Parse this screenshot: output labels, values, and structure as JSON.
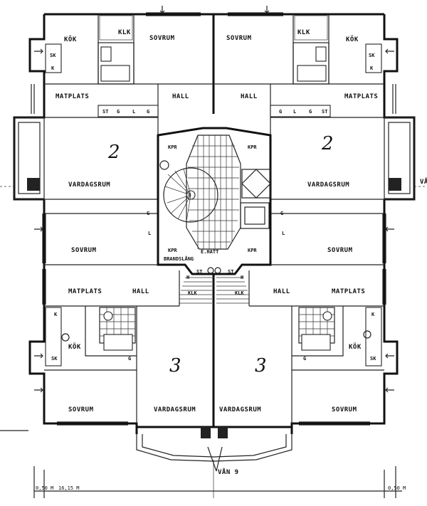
{
  "rooms": {
    "kok": "KÖK",
    "klk": "KLK",
    "sovrum": "SOVRUM",
    "hall": "HALL",
    "matplats": "MATPLATS",
    "vardagsrum": "VARDAGSRUM",
    "kpr": "KPR",
    "sk": "SK",
    "k": "K",
    "st": "ST",
    "g": "G",
    "l": "L",
    "h": "H",
    "el_hatt": "E.HATT",
    "brandslang": "BRANDSLÅNG"
  },
  "apartment_numbers": {
    "upper_left": "2",
    "upper_right": "2",
    "lower_left": "3",
    "lower_right": "3"
  },
  "annotations": {
    "stair": "VÅN 9",
    "edge_mark": "VÅ"
  },
  "dimensions": {
    "left_small": "0,50 M",
    "main": "16,15 M",
    "right_small": "0,50 M"
  }
}
